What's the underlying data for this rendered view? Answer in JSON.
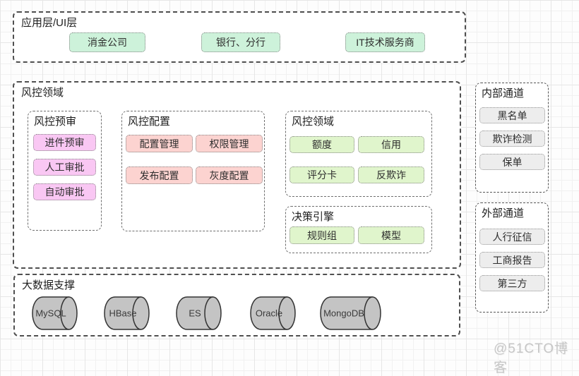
{
  "app_layer": {
    "title": "应用层/UI层",
    "items": [
      "消金公司",
      "银行、分行",
      "IT技术服务商"
    ]
  },
  "risk_domain": {
    "title": "风控领域",
    "pre_review": {
      "title": "风控预审",
      "items": [
        "进件预审",
        "人工审批",
        "自动审批"
      ]
    },
    "config": {
      "title": "风控配置",
      "items": [
        "配置管理",
        "权限管理",
        "发布配置",
        "灰度配置"
      ]
    },
    "domain": {
      "title": "风控领域",
      "items": [
        "额度",
        "信用",
        "评分卡",
        "反欺诈"
      ]
    },
    "engine": {
      "title": "决策引擎",
      "items": [
        "规则组",
        "模型"
      ]
    }
  },
  "internal_channel": {
    "title": "内部通道",
    "items": [
      "黑名单",
      "欺诈检测",
      "保单"
    ]
  },
  "external_channel": {
    "title": "外部通道",
    "items": [
      "人行征信",
      "工商报告",
      "第三方"
    ]
  },
  "big_data": {
    "title": "大数据支撑",
    "databases": [
      "MySQL",
      "HBase",
      "ES",
      "Oracle",
      "MongoDB"
    ]
  },
  "watermark": "@51CTO博客",
  "colors": {
    "mint": "#cdf2da",
    "orchid": "#f9c7f3",
    "salmon": "#fcd3d0",
    "lime": "#e0f5cc",
    "gray_chip": "#ededed",
    "cylinder_fill": "#c4c4c4",
    "dash_border": "#4f4f4f"
  }
}
